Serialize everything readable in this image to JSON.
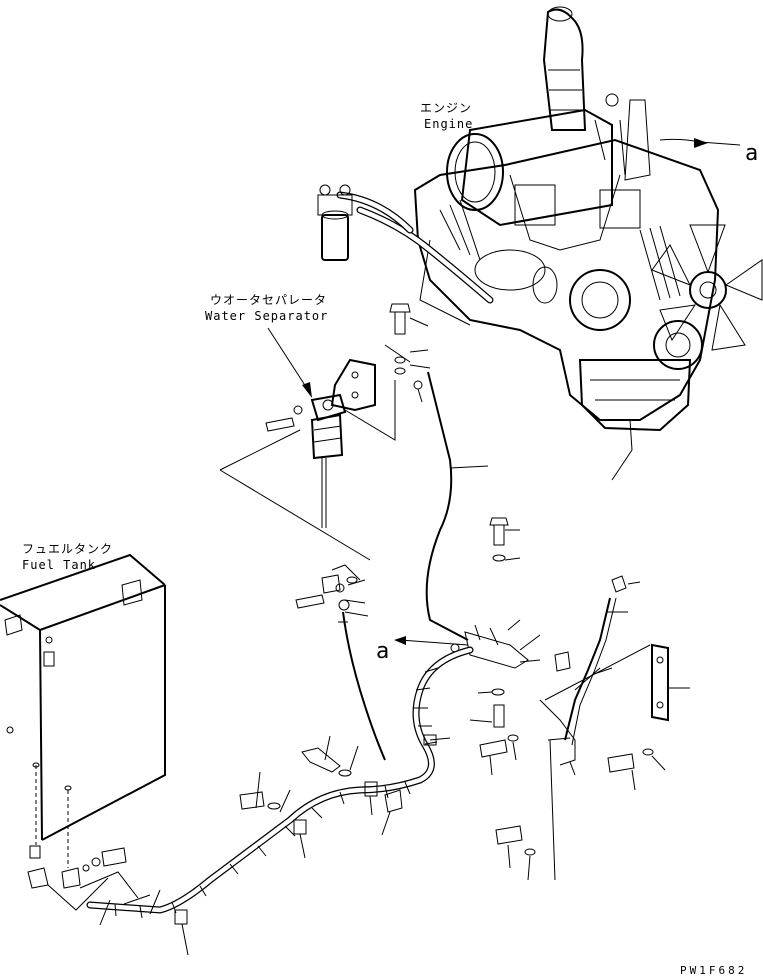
{
  "labels": {
    "engine_jp": "エンジン",
    "engine_en": "Engine",
    "water_separator_jp": "ウオータセパレータ",
    "water_separator_en": "Water Separator",
    "fuel_tank_jp": "フュエルタンク",
    "fuel_tank_en": "Fuel Tank",
    "ref_a_top": "a",
    "ref_a_mid": "a",
    "drawing_code": "PW1F682"
  },
  "colors": {
    "ink": "#000000",
    "paper": "#ffffff"
  }
}
